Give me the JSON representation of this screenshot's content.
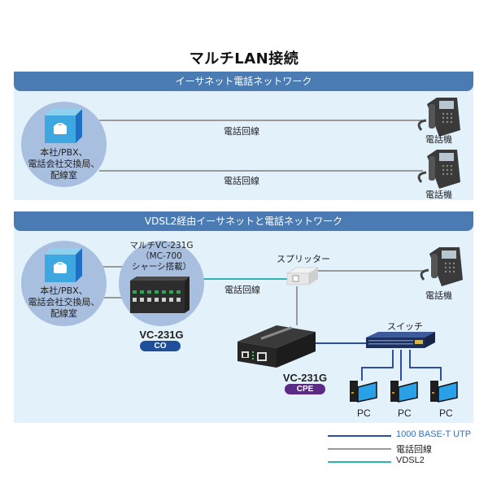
{
  "title": "マルチLAN接続",
  "section1": {
    "header": "イーサネット電話ネットワーク",
    "source_label": [
      "本社/PBX、",
      "電話会社交換局、",
      "配線室"
    ],
    "lines": [
      {
        "label": "電話回線",
        "type": "phone"
      },
      {
        "label": "電話回線",
        "type": "phone"
      }
    ],
    "phones": [
      "電話機",
      "電話機"
    ]
  },
  "section2": {
    "header": "VDSL2経由イーサネットと電話ネットワーク",
    "source_label": [
      "本社/PBX、",
      "電話会社交換局、",
      "配線室"
    ],
    "co_device": {
      "caption": [
        "マルチVC-231G",
        "（MC-700",
        "シャーシ搭載）"
      ],
      "model": "VC-231G",
      "badge": "CO",
      "badge_color": "#1f4f9a"
    },
    "line_to_splitter_label": "電話回線",
    "splitter_label": "スプリッター",
    "phone_label": "電話機",
    "cpe_device": {
      "model": "VC-231G",
      "badge": "CPE",
      "badge_color": "#5b2a86"
    },
    "switch_label": "スイッチ",
    "pcs": [
      "PC",
      "PC",
      "PC"
    ]
  },
  "legend": [
    {
      "label": "1000 BASE-T UTP",
      "color": "#2c4fa3",
      "text_color": "#3b6fb6"
    },
    {
      "label": "電話回線",
      "color": "#9a9a9a",
      "text_color": "#222222"
    },
    {
      "label": "VDSL2",
      "color": "#2bb3b0",
      "text_color": "#222222"
    }
  ],
  "colors": {
    "header_bg": "#4b7bb3",
    "panel_bg": "#e3f1fb",
    "circle_bg": "#a8bfdf",
    "utp": "#2c4fa3",
    "phone_line": "#9a9a9a",
    "vdsl2": "#2bb3b0"
  }
}
